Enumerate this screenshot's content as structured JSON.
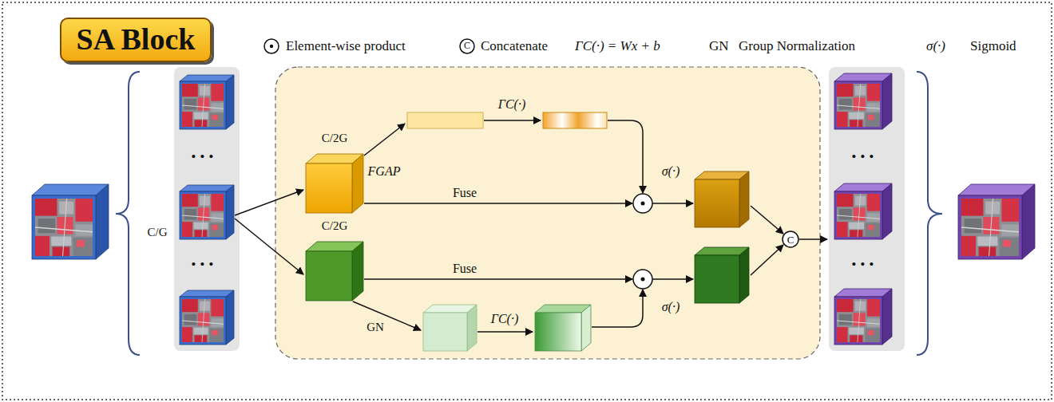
{
  "diagram": {
    "nodes": [
      {
        "text": [
          "SA Block"
        ]
      },
      {
        "text": [
          "C/2G"
        ]
      },
      {
        "text": [
          "C/2G"
        ]
      },
      {
        "text": [
          "C"
        ]
      }
    ],
    "labels": [
      "C",
      "ΓC(·) = Wx + b",
      "GN",
      "Group Normalization",
      "σ(·)",
      "Sigmoid",
      "• • •",
      "C/G",
      "• • •",
      "FGAP",
      "ΓC(·)",
      "σ(·)",
      "Fuse",
      "Fuse",
      "GN",
      "ΓC(·)",
      "σ(·)",
      "• • •",
      "• • •"
    ],
    "legend": [
      {
        "text": "Element-wise product"
      },
      {
        "text": "Concatenate"
      }
    ]
  }
}
